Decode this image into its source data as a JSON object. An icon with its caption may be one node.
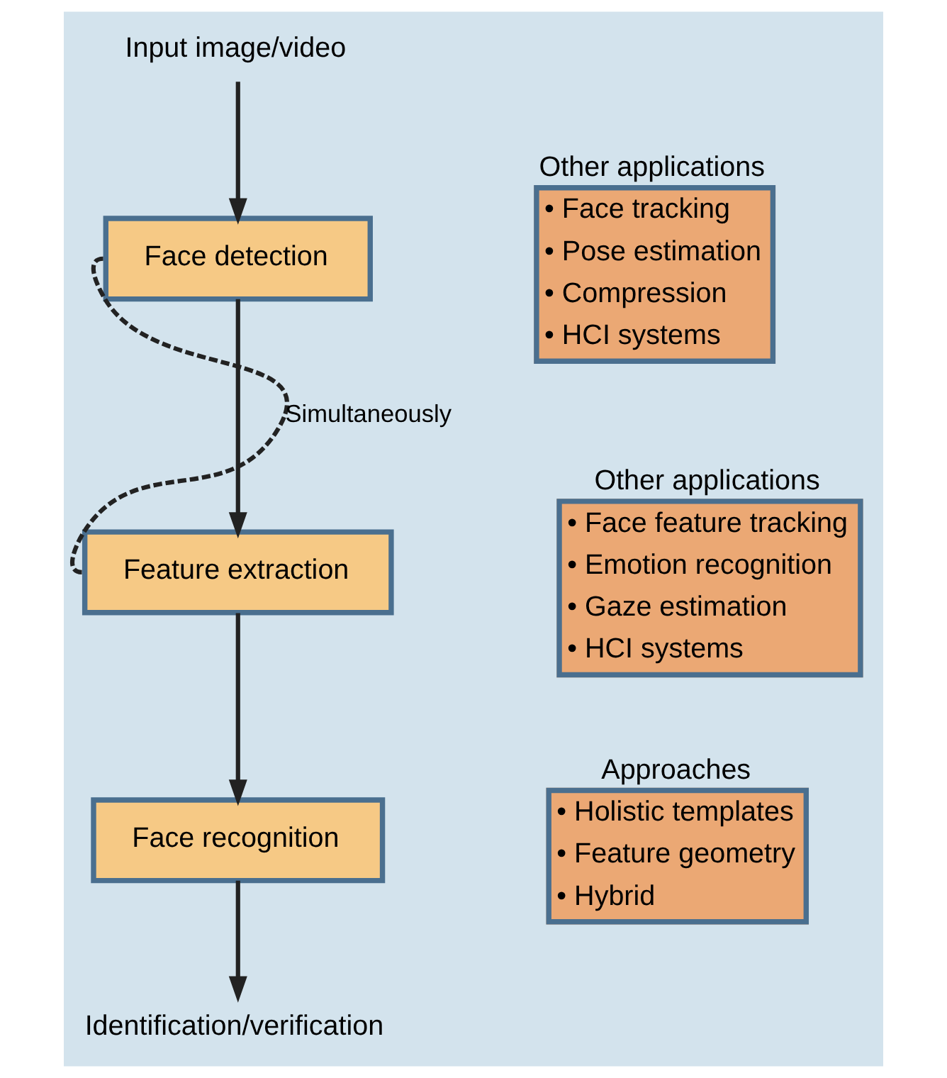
{
  "diagram": {
    "nodes": [
      {
        "text": [
          "Input image/video"
        ]
      },
      {
        "text": [
          "Face detection"
        ]
      },
      {
        "text": [
          "Other applications",
          "• Face tracking",
          "• Pose estimation",
          "• Compression",
          "• HCI systems"
        ]
      },
      {
        "text": [
          "Feature extraction"
        ]
      },
      {
        "text": [
          "Other applications",
          "• Face feature tracking",
          "• Emotion recognition",
          "• Gaze estimation",
          "• HCI systems"
        ]
      },
      {
        "text": [
          "Face recognition"
        ]
      },
      {
        "text": [
          "Approaches",
          "• Holistic templates",
          "• Feature geometry",
          "• Hybrid"
        ]
      },
      {
        "text": [
          "Identification/verification"
        ]
      }
    ],
    "edges": [
      {
        "from": 0,
        "to": 1,
        "arrow": "to"
      },
      {
        "from": 1,
        "to": 3,
        "arrow": "to"
      },
      {
        "from": 3,
        "to": 5,
        "arrow": "to"
      },
      {
        "from": 5,
        "to": 7,
        "arrow": "to"
      },
      {
        "from": 1,
        "to": 3,
        "arrow": "none",
        "style": "dashed",
        "label": "Simultaneously"
      }
    ]
  }
}
